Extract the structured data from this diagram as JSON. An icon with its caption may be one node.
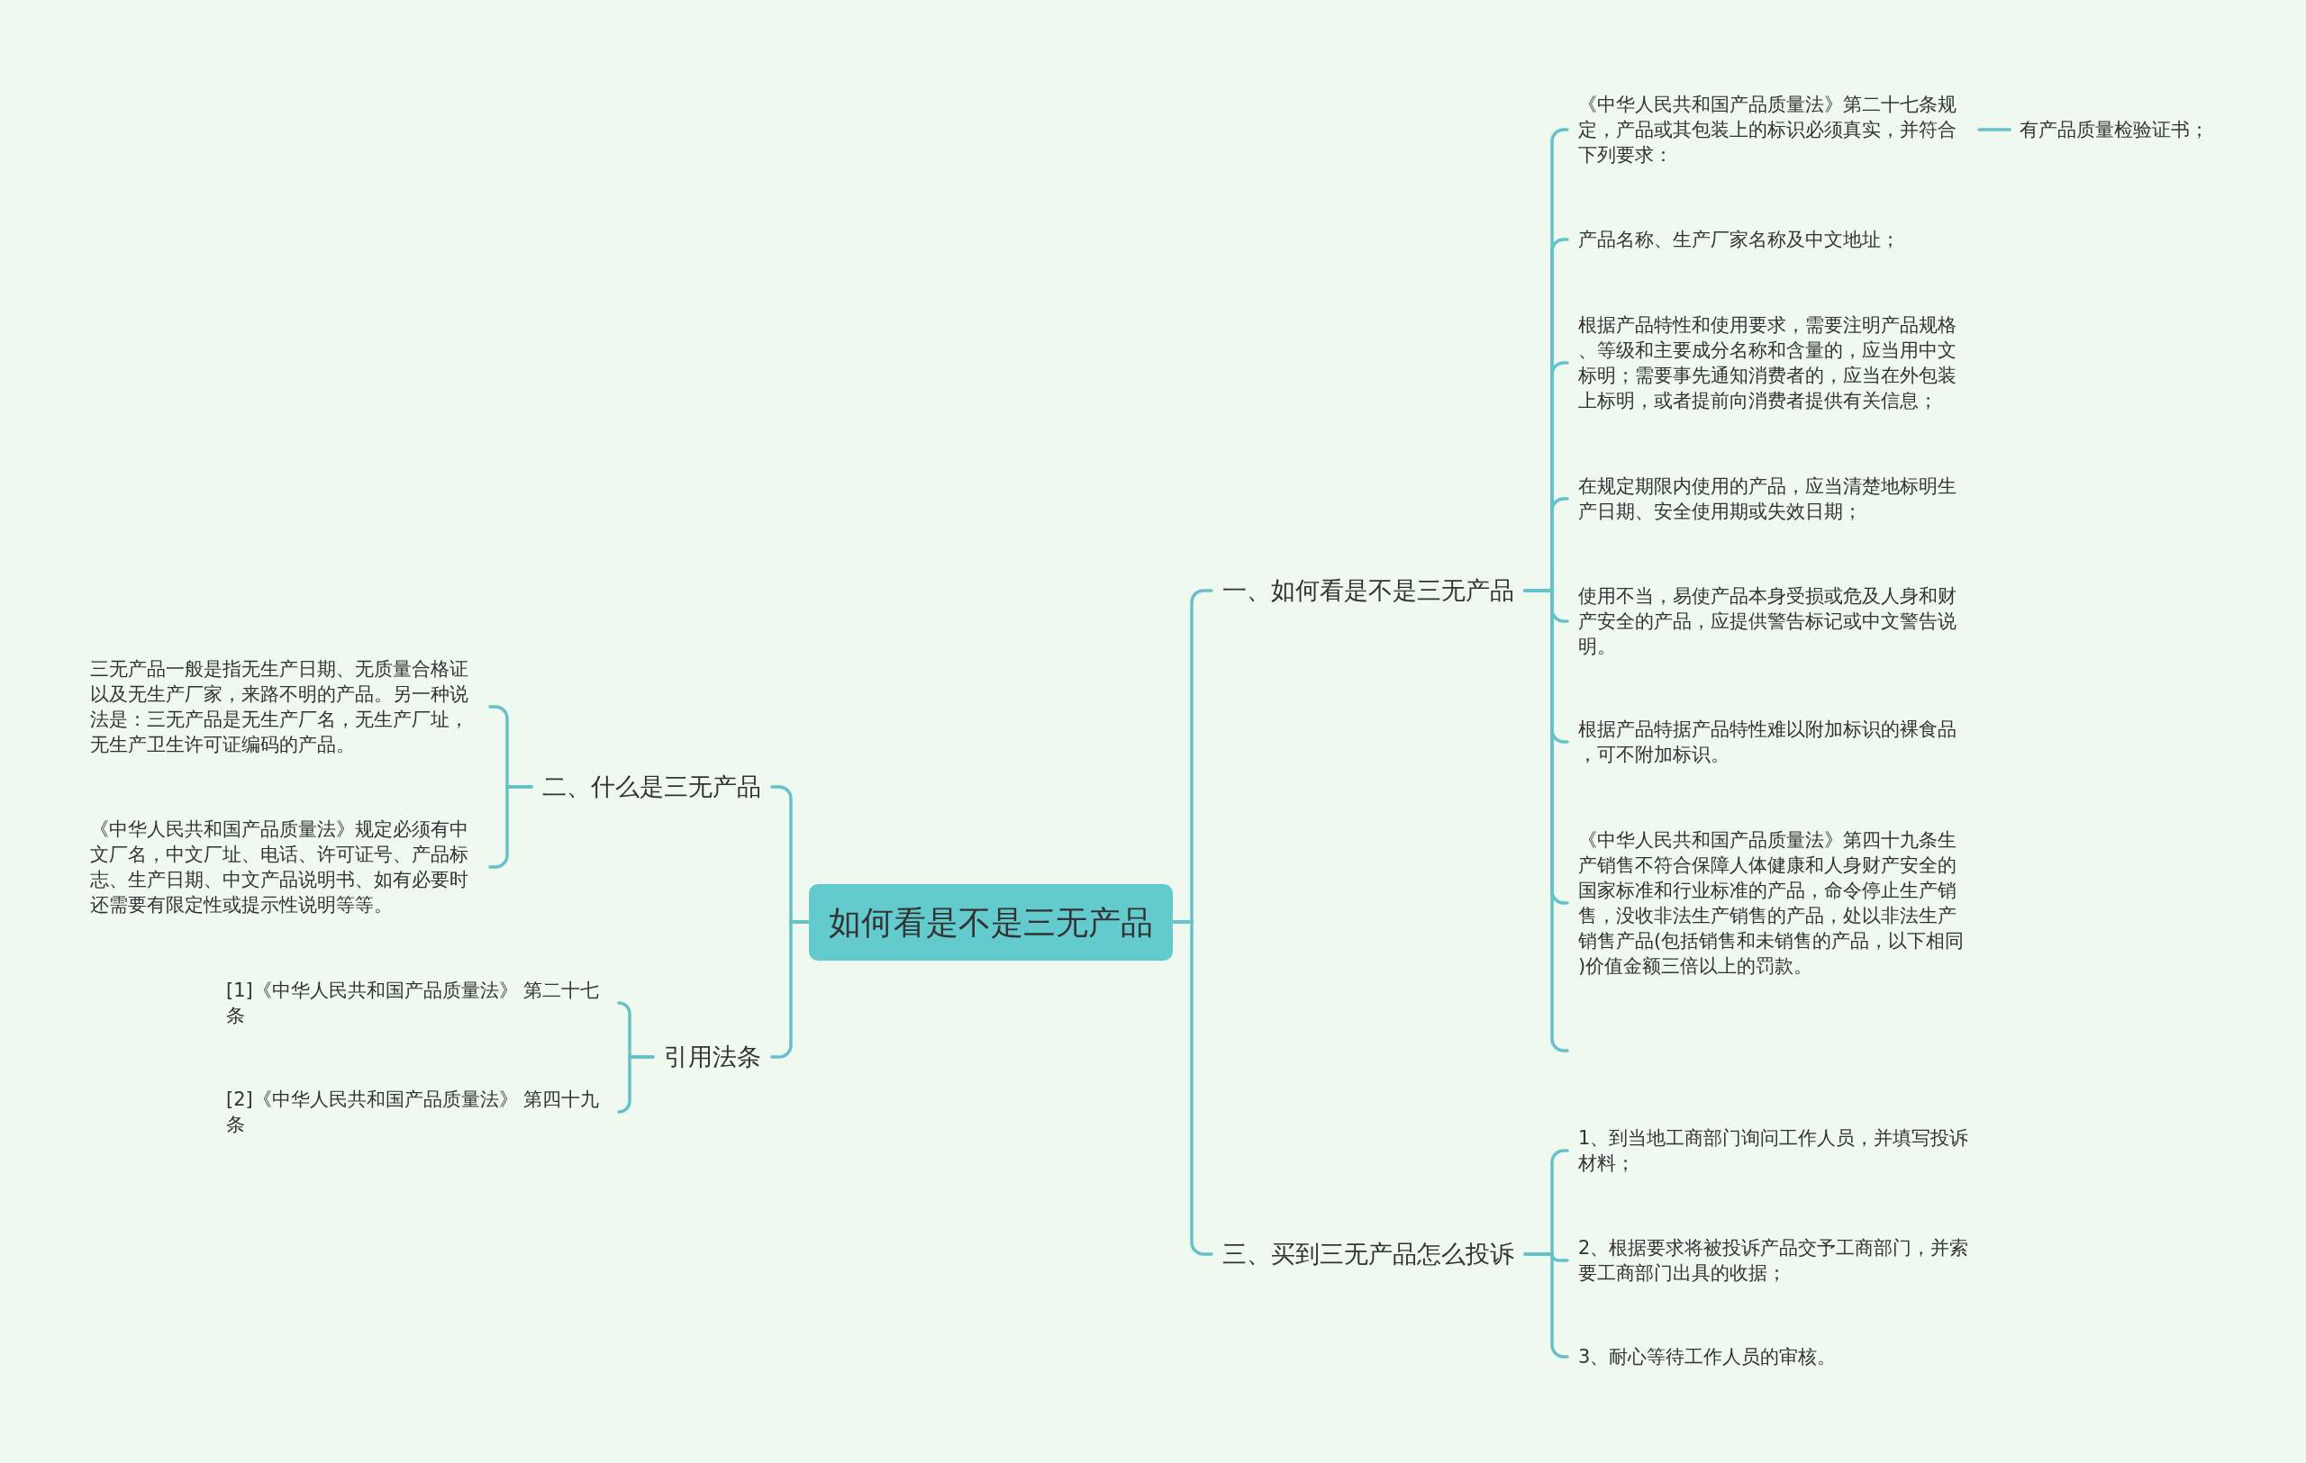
{
  "diagram": {
    "nodes": [
      {
        "text": [
          "如何看是不是三无产品"
        ]
      },
      {
        "text": [
          "一、如何看是不是三无产品"
        ]
      },
      {
        "text": [
          "《中华人民共和国产品质量法》第二十七条规定，产品或其包装上的标识必须真实，并符合下列要求："
        ]
      },
      {
        "text": [
          "有产品质量检验证书；"
        ]
      },
      {
        "text": [
          "产品名称、生产厂家名称及中文地址；"
        ]
      },
      {
        "text": [
          "根据产品特性和使用要求，需要注明产品规格、等级和主要成分名称和含量的，应当用中文标明；需要事先通知消费者的，应当在外包装上标明，或者提前向消费者提供有关信息；"
        ]
      },
      {
        "text": [
          "在规定期限内使用的产品，应当清楚地标明生产日期、安全使用期或失效日期；"
        ]
      },
      {
        "text": [
          "使用不当，易使产品本身受损或危及人身和财产安全的产品，应提供警告标记或中文警告说明。"
        ]
      },
      {
        "text": [
          "根据产品特据产品特性难以附加标识的裸食品，可不附加标识。"
        ]
      },
      {
        "text": [
          "《中华人民共和国产品质量法》第四十九条生产销售不符合保障人体健康和人身财产安全的国家标准和行业标准的产品，命令停止生产销售，没收非法生产销售的产品，处以非法生产销售产品(包括销售和未销售的产品，以下相同)价值金额三倍以上的罚款。"
        ]
      },
      {
        "text": [
          "三、买到三无产品怎么投诉"
        ]
      },
      {
        "text": [
          "1、到当地工商部门询问工作人员，并填写投诉材料；"
        ]
      },
      {
        "text": [
          "2、根据要求将被投诉产品交予工商部门，并索要工商部门出具的收据；"
        ]
      },
      {
        "text": [
          "3、耐心等待工作人员的审核。"
        ]
      },
      {
        "text": [
          "二、什么是三无产品"
        ]
      },
      {
        "text": [
          "三无产品一般是指无生产日期、无质量合格证以及无生产厂家，来路不明的产品。另一种说法是：三无产品是无生产厂名，无生产厂址，无生产卫生许可证编码的产品。"
        ]
      },
      {
        "text": [
          "《中华人民共和国产品质量法》规定必须有中文厂名，中文厂址、电话、许可证号、产品标志、生产日期、中文产品说明书、如有必要时还需要有限定性或提示性说明等等。"
        ]
      },
      {
        "text": [
          "引用法条"
        ]
      },
      {
        "text": [
          "[1]《中华人民共和国产品质量法》 第二十七条"
        ]
      },
      {
        "text": [
          "[2]《中华人民共和国产品质量法》 第四十九条"
        ]
      }
    ],
    "edges": [
      {
        "from": 0,
        "to": 1,
        "arrow": "none"
      },
      {
        "from": 1,
        "to": 2,
        "arrow": "none"
      },
      {
        "from": 2,
        "to": 3,
        "arrow": "none"
      },
      {
        "from": 1,
        "to": 4,
        "arrow": "none"
      },
      {
        "from": 1,
        "to": 5,
        "arrow": "none"
      },
      {
        "from": 1,
        "to": 6,
        "arrow": "none"
      },
      {
        "from": 1,
        "to": 7,
        "arrow": "none"
      },
      {
        "from": 1,
        "to": 8,
        "arrow": "none"
      },
      {
        "from": 1,
        "to": 9,
        "arrow": "none"
      },
      {
        "from": 1,
        "to": null,
        "arrow": "none"
      },
      {
        "from": 0,
        "to": 10,
        "arrow": "none"
      },
      {
        "from": 10,
        "to": 11,
        "arrow": "none"
      },
      {
        "from": 10,
        "to": 12,
        "arrow": "none"
      },
      {
        "from": 10,
        "to": 13,
        "arrow": "none"
      },
      {
        "from": 0,
        "to": 14,
        "arrow": "none"
      },
      {
        "from": 14,
        "to": 15,
        "arrow": "none"
      },
      {
        "from": 14,
        "to": 16,
        "arrow": "none"
      },
      {
        "from": 0,
        "to": 17,
        "arrow": "none"
      },
      {
        "from": 17,
        "to": 18,
        "arrow": "none"
      },
      {
        "from": 17,
        "to": 19,
        "arrow": "none"
      }
    ]
  }
}
